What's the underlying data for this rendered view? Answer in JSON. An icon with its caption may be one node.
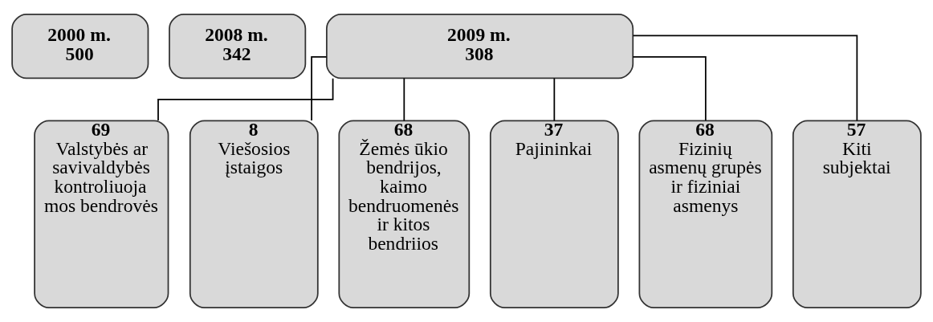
{
  "diagram": {
    "nodes": [
      {
        "text": [
          "2000 m.",
          "500"
        ]
      },
      {
        "text": [
          "2008 m.",
          "342"
        ]
      },
      {
        "text": [
          "2009 m.",
          "308"
        ]
      },
      {
        "text": [
          "69",
          "Valstybės ar savivaldybės kontroliuoja mos bendrovės"
        ]
      },
      {
        "text": [
          "8",
          "Viešosios įstaigos"
        ]
      },
      {
        "text": [
          "68",
          "Žemės ūkio bendrijos, kaimo bendruomenės ir kitos bendriios"
        ]
      },
      {
        "text": [
          "37",
          "Pajininkai"
        ]
      },
      {
        "text": [
          "68",
          "Fizinių asmenų grupės ir fiziniai asmenys"
        ]
      },
      {
        "text": [
          "57",
          "Kiti subjektai"
        ]
      }
    ],
    "edges": [
      {
        "from": 2,
        "to": 3,
        "arrow": "none"
      },
      {
        "from": 2,
        "to": 4,
        "arrow": "none"
      },
      {
        "from": 2,
        "to": 5,
        "arrow": "none"
      },
      {
        "from": 2,
        "to": 6,
        "arrow": "none"
      },
      {
        "from": 2,
        "to": 7,
        "arrow": "none"
      },
      {
        "from": 2,
        "to": 8,
        "arrow": "none"
      }
    ]
  }
}
